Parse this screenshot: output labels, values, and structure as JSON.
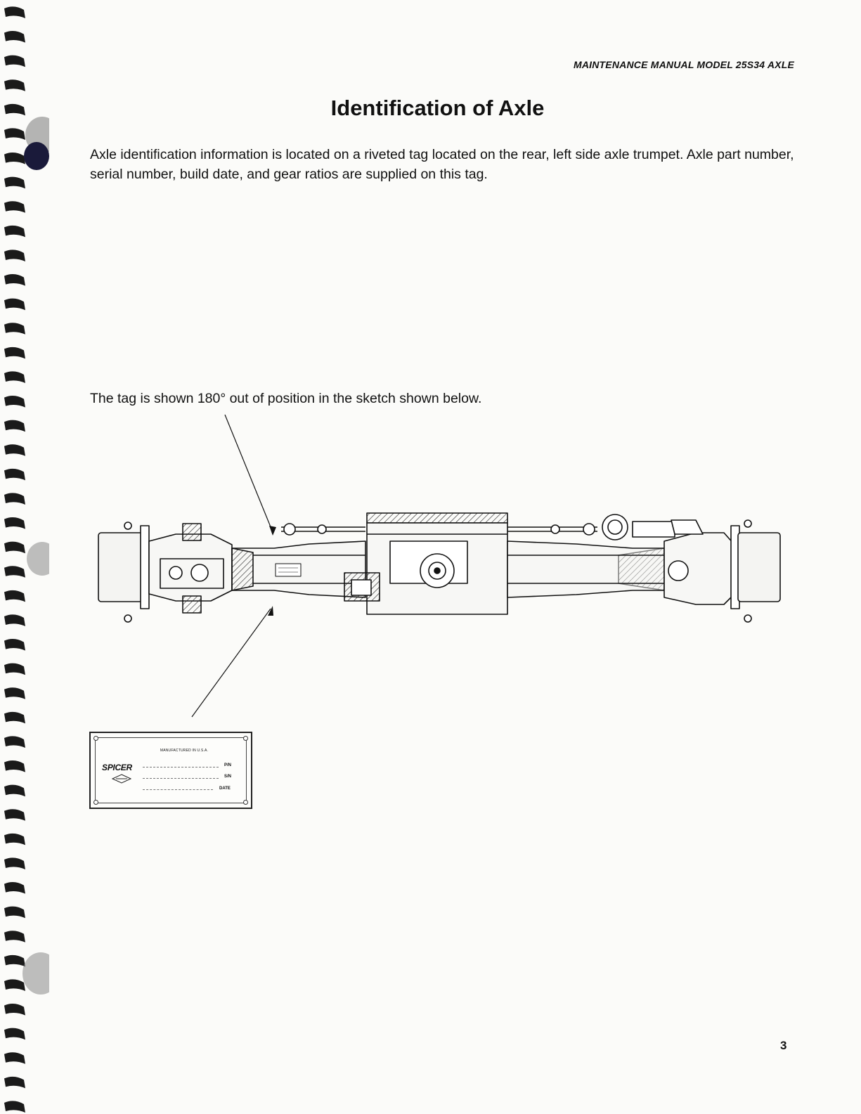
{
  "header": {
    "model": "MAINTENANCE MANUAL MODEL 25S34 AXLE"
  },
  "title": "Identification of Axle",
  "intro": "Axle identification information is located on a riveted tag located on the rear, left side axle trumpet. Axle part number, serial number, build date, and gear ratios are supplied on this tag.",
  "caption": "The tag is shown 180° out of position in the sketch shown below.",
  "tag": {
    "brand": "SPICER",
    "origin": "MANUFACTURED IN U.S.A.",
    "fields": [
      "P/N",
      "S/N",
      "DATE"
    ]
  },
  "page_number": "3"
}
